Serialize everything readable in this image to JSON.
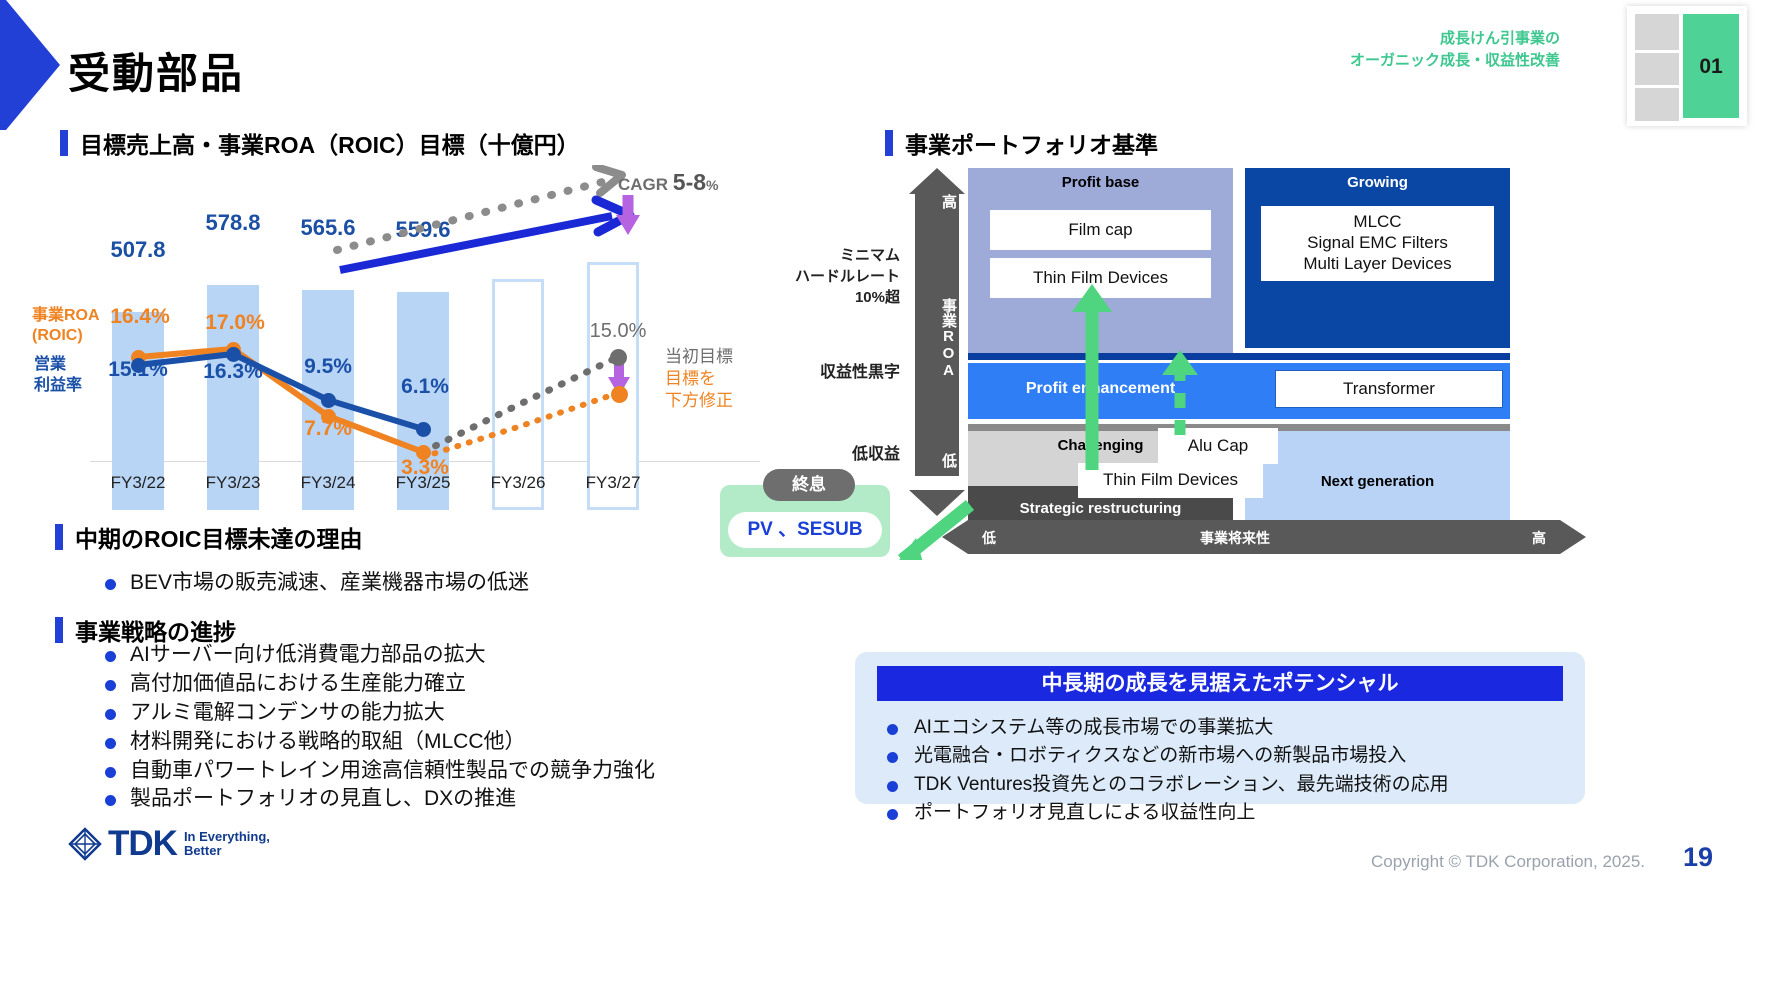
{
  "header": {
    "title": "受動部品",
    "subtitle_line1": "成長けん引事業の",
    "subtitle_line2": "オーガニック成長・収益性改善",
    "badge_number": "01"
  },
  "chart_section": {
    "heading": "目標売上高・事業ROA（ROIC）目標（十億円）",
    "roa_legend": "事業ROA\n(ROIC)",
    "roa_legend_l1": "事業ROA",
    "roa_legend_l2": "(ROIC)",
    "op_legend_l1": "営業",
    "op_legend_l2": "利益率",
    "cagr_label": "CAGR",
    "cagr_value": "5-8",
    "cagr_unit": "%",
    "original_target_label": "当初目標",
    "revised_label_l1": "目標を",
    "revised_label_l2": "下方修正"
  },
  "chart_data": {
    "type": "bar",
    "title": "目標売上高・事業ROA（ROIC）目標（十億円）",
    "categories": [
      "FY3/22",
      "FY3/23",
      "FY3/24",
      "FY3/25",
      "FY3/26",
      "FY3/27"
    ],
    "ylabel": "十億円",
    "series": [
      {
        "name": "売上高",
        "type": "bar",
        "values": [
          507.8,
          578.8,
          565.6,
          559.6,
          null,
          null
        ],
        "labels": [
          "507.8",
          "578.8",
          "565.6",
          "559.6",
          "",
          ""
        ],
        "style": [
          "filled",
          "filled",
          "filled",
          "filled",
          "outline",
          "outline"
        ]
      },
      {
        "name": "営業利益率",
        "type": "line",
        "color": "#1a50a8",
        "values": [
          15.1,
          16.3,
          9.5,
          6.1,
          null,
          null
        ],
        "labels": [
          "15.1%",
          "16.3%",
          "9.5%",
          "6.1%",
          "",
          ""
        ]
      },
      {
        "name": "事業ROA (ROIC)",
        "type": "line",
        "color": "#ef8322",
        "values": [
          16.4,
          17.0,
          7.7,
          3.3,
          null,
          null
        ],
        "labels": [
          "16.4%",
          "17.0%",
          "7.7%",
          "3.3%",
          "",
          ""
        ]
      },
      {
        "name": "当初目標 (ROA)",
        "type": "dotted-line",
        "color": "#6e6e6e",
        "values": [
          null,
          null,
          null,
          null,
          null,
          15.0
        ],
        "labels": [
          "",
          "",
          "",
          "",
          "",
          "15.0%"
        ]
      },
      {
        "name": "下方修正目標 (ROA)",
        "type": "dotted-line",
        "color": "#ef8322",
        "values": [
          null,
          null,
          null,
          null,
          null,
          null
        ],
        "labels": [
          "",
          "",
          "",
          "",
          "",
          ""
        ]
      }
    ],
    "annotations": [
      "CAGR 5-8%",
      "当初目標",
      "目標を下方修正",
      "15.0%"
    ]
  },
  "reasons": {
    "heading": "中期のROIC目標未達の理由",
    "items": [
      "BEV市場の販売減速、産業機器市場の低迷"
    ]
  },
  "strategy": {
    "heading": "事業戦略の進捗",
    "items": [
      "AIサーバー向け低消費電力部品の拡大",
      "高付加価値品における生産能力確立",
      "アルミ電解コンデンサの能力拡大",
      "材料開発における戦略的取組（MLCC他）",
      "自動車パワートレイン用途高信頼性製品での競争力強化",
      "製品ポートフォリオの見直し、DXの推進"
    ]
  },
  "portfolio": {
    "heading": "事業ポートフォリオ基準",
    "axis_y_label": "事業ROA",
    "axis_y_high": "高",
    "axis_y_low": "低",
    "axis_x_label": "事業将来性",
    "axis_x_low": "低",
    "axis_x_high": "高",
    "hurdle_l1": "ミニマム",
    "hurdle_l2": "ハードルレート",
    "hurdle_l3": "10%超",
    "profit_positive": "収益性黒字",
    "low_profit": "低収益",
    "quadrants": {
      "profit_base": "Profit base",
      "growing": "Growing",
      "profit_enhancement": "Profit  enhancement",
      "challenging": "Challenging",
      "strategic_restructuring": "Strategic restructuring",
      "next_generation": "Next generation"
    },
    "products": {
      "film_cap": "Film cap",
      "thin_film_devices_top": "Thin Film Devices",
      "growing_list": "MLCC\nSignal EMC Filters\nMulti Layer Devices",
      "growing_l1": "MLCC",
      "growing_l2": "Signal EMC Filters",
      "growing_l3": "Multi Layer Devices",
      "transformer": "Transformer",
      "alu_cap": "Alu Cap",
      "thin_film_devices_bottom": "Thin Film Devices"
    },
    "exit": {
      "pill": "終息",
      "label": "PV 、SESUB"
    }
  },
  "potential": {
    "title": "中長期の成長を見据えたポテンシャル",
    "items": [
      "AIエコシステム等の成長市場での事業拡大",
      "光電融合・ロボティクスなどの新市場への新製品市場投入",
      "TDK Ventures投資先とのコラボレーション、最先端技術の応用",
      "ポートフォリオ見直しによる収益性向上"
    ]
  },
  "footer": {
    "logo_word": "TDK",
    "logo_tag_l1": "In Everything,",
    "logo_tag_l2": "Better",
    "copyright": "Copyright © TDK Corporation, 2025.",
    "page_number": "19"
  },
  "colors": {
    "brand_blue": "#2340d6",
    "bar_fill": "#b9d5f5",
    "op_line": "#1a50a8",
    "roa_line": "#ef8322",
    "accent_green": "#4fd295",
    "gray": "#595959"
  }
}
